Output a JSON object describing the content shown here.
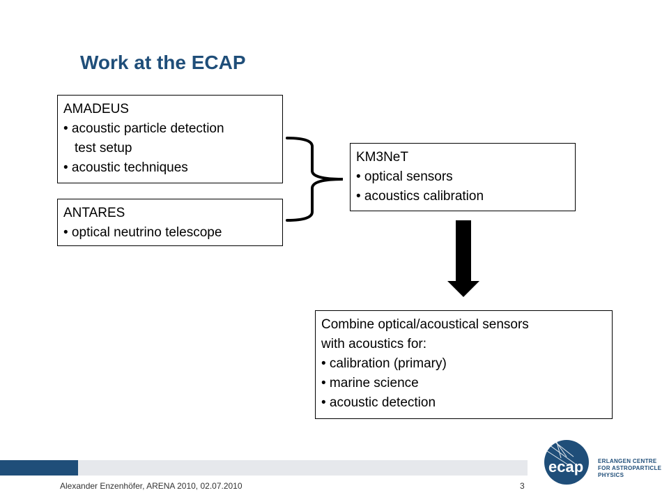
{
  "slide": {
    "title": "Work at the ECAP"
  },
  "boxes": {
    "amadeus": {
      "heading": "AMADEUS",
      "lines": [
        "• acoustic particle detection",
        "test setup",
        "• acoustic techniques"
      ]
    },
    "antares": {
      "heading": "ANTARES",
      "lines": [
        "• optical neutrino telescope"
      ]
    },
    "km3net": {
      "heading": "KM3NeT",
      "lines": [
        "• optical sensors",
        "• acoustics calibration"
      ]
    },
    "combine": {
      "lines": [
        "Combine optical/acoustical sensors",
        "with acoustics for:",
        "• calibration (primary)",
        "• marine science",
        "• acoustic detection"
      ]
    }
  },
  "footer": {
    "author_event": "Alexander Enzenhöfer, ARENA 2010, 02.07.2010",
    "page_number": "3"
  },
  "logo": {
    "wordmark": "ecap",
    "lines": [
      "ERLANGEN CENTRE",
      "FOR ASTROPARTICLE",
      "PHYSICS"
    ]
  },
  "colors": {
    "title": "#1f4e79",
    "footer_bar_accent": "#1f4e79",
    "footer_bar_light": "#e6e8ec"
  }
}
